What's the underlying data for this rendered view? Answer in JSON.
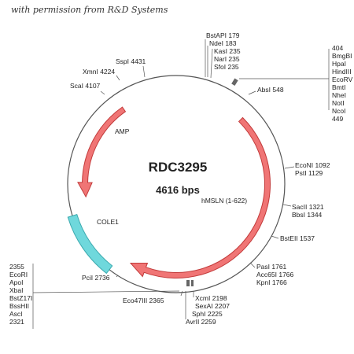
{
  "credit": "with permission from R&D Systems",
  "plasmid": {
    "name": "RDC3295",
    "size": "4616 bps"
  },
  "features": {
    "amp": "AMP",
    "cole1": "COLE1",
    "hmsln": "hMSLN (1-622)"
  },
  "sites": {
    "bstapi": "BstAPI 179",
    "ndei": "NdeI 183",
    "kasi": "KasI 235",
    "nari": "NarI 235",
    "sfoi": "SfoI 235",
    "mcs": [
      "404",
      "BmgBI",
      "HpaI",
      "HindIII",
      "EcoRV",
      "BmtI",
      "NheI",
      "NotI",
      "NcoI",
      "449"
    ],
    "absi": "AbsI 548",
    "econi": "EcoNI 1092",
    "psti": "PstI 1129",
    "sacii": "SacII 1321",
    "bbsi": "BbsI 1344",
    "bsteii": "BstEII 1537",
    "pasi": "PasI 1761",
    "acc65i": "Acc65I 1766",
    "kpni": "KpnI 1766",
    "xcmi": "XcmI 2198",
    "sexai": "SexAI 2207",
    "sphi": "SphI 2225",
    "avrii": "AvrII 2259",
    "eco47iii": "Eco47III 2365",
    "pcii": "PciI 2736",
    "left_block": [
      "2355",
      "EcoRI",
      "ApoI",
      "XbaI",
      "BstZ17I",
      "BssHII",
      "AscI",
      "2321"
    ],
    "scai": "ScaI 4107",
    "xmni": "XmnI 4224",
    "sspi": "SspI 4431"
  },
  "colors": {
    "backbone": "#555555",
    "arrow_fill": "#f07575",
    "arrow_stroke": "#c23b3b",
    "cole1_fill": "#6fd8dc",
    "cole1_stroke": "#3aa9ae"
  }
}
